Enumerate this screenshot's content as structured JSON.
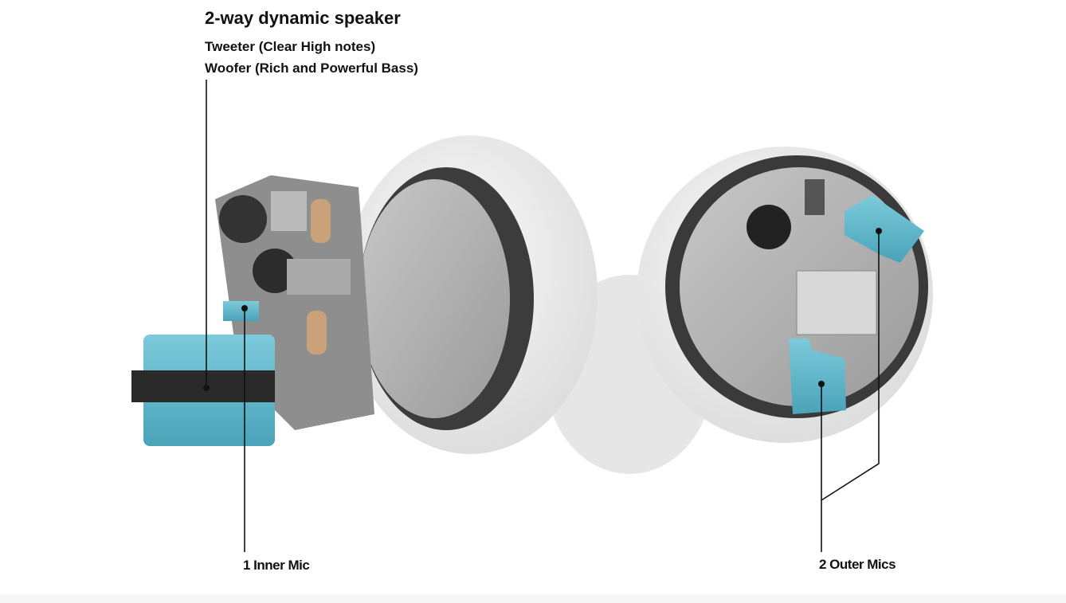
{
  "heading": "2-way dynamic speaker",
  "speaker_lines": [
    "Tweeter (Clear High notes)",
    "Woofer (Rich and Powerful Bass)"
  ],
  "callouts": {
    "inner_mic": "1 Inner Mic",
    "outer_mics": "2 Outer Mics"
  },
  "colors": {
    "mic_blue": "#5fb6c9",
    "shell": "#efefef",
    "text": "#111111"
  }
}
